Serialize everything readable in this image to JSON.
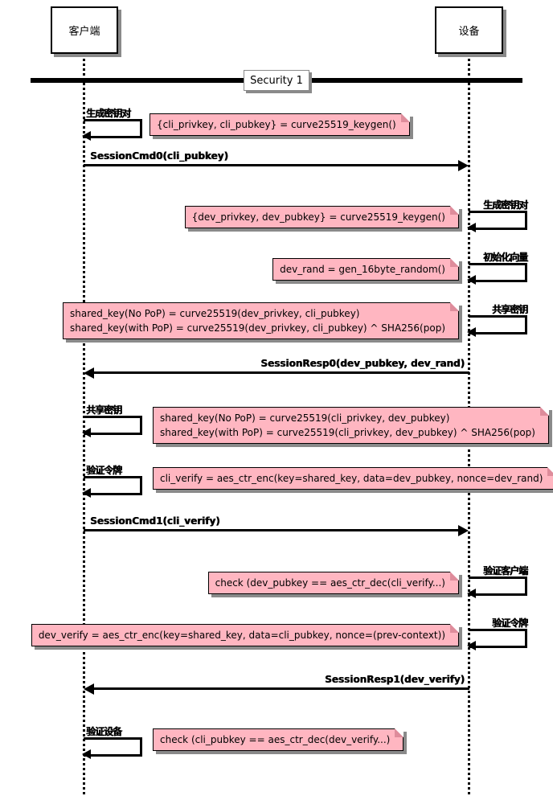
{
  "actors": {
    "client": "客户端",
    "device": "设备"
  },
  "separator": {
    "label": "Security 1"
  },
  "colors": {
    "note-fill": "#ffb6c1",
    "note-fold": "#de8c9b",
    "shadow": "#8a8a8a"
  },
  "steps": {
    "client_keygen": {
      "label": "生成密钥对",
      "note": "{cli_privkey, cli_pubkey} = curve25519_keygen()"
    },
    "session_cmd0": {
      "label": "SessionCmd0(cli_pubkey)"
    },
    "device_keygen": {
      "label": "生成密钥对",
      "note": "{dev_privkey, dev_pubkey} = curve25519_keygen()"
    },
    "device_init_vector": {
      "label": "初始化向量",
      "note": "dev_rand = gen_16byte_random()"
    },
    "device_shared_key": {
      "label": "共享密钥",
      "lines": [
        "shared_key(No PoP) = curve25519(dev_privkey, cli_pubkey)",
        "shared_key(with PoP) = curve25519(dev_privkey, cli_pubkey) ^ SHA256(pop)"
      ]
    },
    "session_resp0": {
      "label": "SessionResp0(dev_pubkey, dev_rand)"
    },
    "client_shared_key": {
      "label": "共享密钥",
      "lines": [
        "shared_key(No PoP) = curve25519(cli_privkey, dev_pubkey)",
        "shared_key(with PoP) = curve25519(cli_privkey, dev_pubkey) ^ SHA256(pop)"
      ]
    },
    "client_verify_token": {
      "label": "验证令牌",
      "note": "cli_verify = aes_ctr_enc(key=shared_key, data=dev_pubkey, nonce=dev_rand)"
    },
    "session_cmd1": {
      "label": "SessionCmd1(cli_verify)"
    },
    "device_verify_client": {
      "label": "验证客户端",
      "note": "check (dev_pubkey == aes_ctr_dec(cli_verify...)"
    },
    "device_verify_token": {
      "label": "验证令牌",
      "note": "dev_verify = aes_ctr_enc(key=shared_key, data=cli_pubkey, nonce=(prev-context))"
    },
    "session_resp1": {
      "label": "SessionResp1(dev_verify)"
    },
    "client_verify_device": {
      "label": "验证设备",
      "note": "check (cli_pubkey == aes_ctr_dec(dev_verify...)"
    }
  }
}
